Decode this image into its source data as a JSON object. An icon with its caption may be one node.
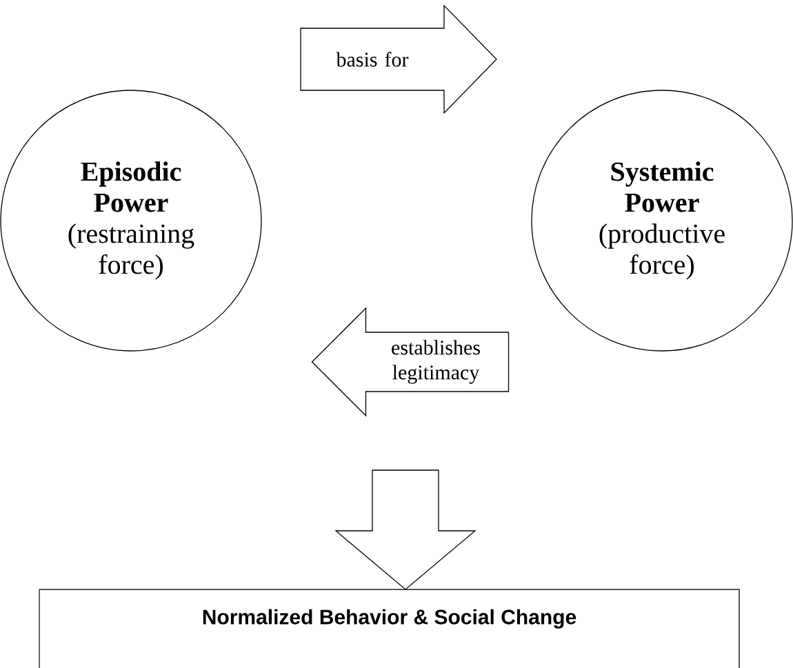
{
  "diagram": {
    "nodes": [
      {
        "text": [
          "Episodic Power",
          "(restraining force)"
        ]
      },
      {
        "text": [
          "Systemic Power",
          "(productive force)"
        ]
      },
      {
        "text": [
          "Normalized Behavior & Social Change"
        ]
      }
    ],
    "edges": [
      {
        "from": 0,
        "to": 1,
        "arrow": "to",
        "label": "basis for"
      },
      {
        "from": 1,
        "to": 0,
        "arrow": "to",
        "label": "establishes legitimacy"
      },
      {
        "from": null,
        "to": 2,
        "arrow": "to"
      }
    ]
  }
}
